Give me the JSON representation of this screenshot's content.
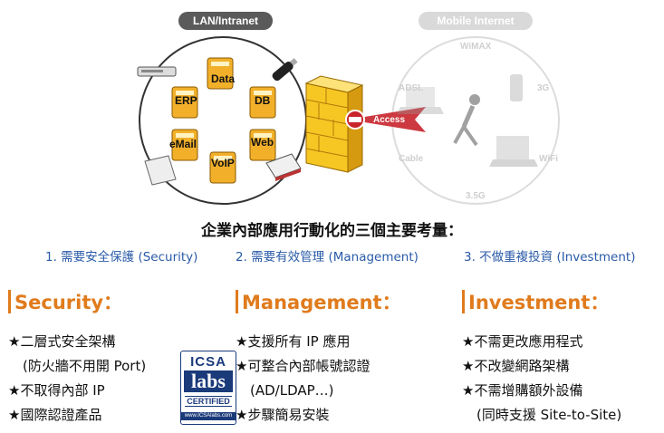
{
  "diagram": {
    "lan_label": "LAN/Intranet",
    "mobile_label": "Mobile Internet",
    "lan_nodes": [
      "Data",
      "ERP",
      "DB",
      "eMail",
      "Web",
      "VoIP"
    ],
    "firewall_label": "Access",
    "mobile_nodes": [
      "WiMAX",
      "ADSL",
      "3G",
      "Cable",
      "WiFi",
      "3.5G"
    ]
  },
  "headline": "企業內部應用行動化的三個主要考量：",
  "needs": [
    "1. 需要安全保護 (Security)",
    "2. 需要有效管理 (Management)",
    "3. 不做重複投資 (Investment)"
  ],
  "columns": [
    {
      "title": "Security：",
      "items": [
        "★二層式安全架構",
        "(防火牆不用開 Port)",
        "★不取得內部 IP",
        "★國際認證產品"
      ]
    },
    {
      "title": "Management：",
      "items": [
        "★支援所有 IP 應用",
        "★可整合內部帳號認證",
        "(AD/LDAP…)",
        "★步驟簡易安裝"
      ]
    },
    {
      "title": "Investment：",
      "items": [
        "★不需更改應用程式",
        "★不改變網路架構",
        "★不需增購額外設備",
        "(同時支援 Site-to-Site)"
      ]
    }
  ],
  "badge": {
    "line1": "ICSA",
    "line2": "labs",
    "line3": "CERTIFIED",
    "line4": "www.ICSAlabs.com"
  },
  "colors": {
    "accent_orange": "#e07b1c",
    "needs_blue": "#2a5aa8",
    "firewall_yellow": "#f6c623",
    "access_red": "#c8242b"
  }
}
